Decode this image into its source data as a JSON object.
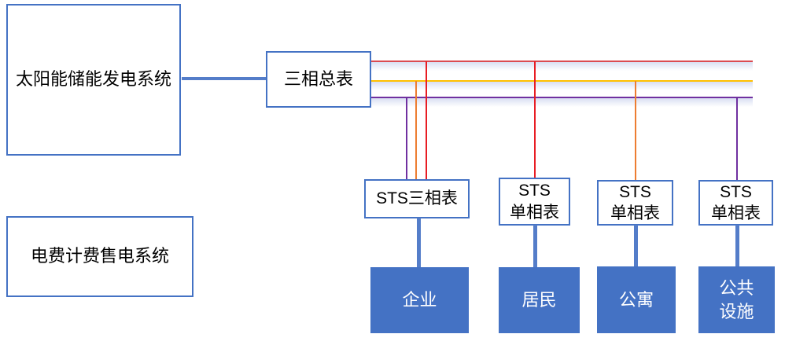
{
  "diagram": {
    "title": "Solar storage metering and billing system diagram",
    "solar_box": {
      "label": "太阳能储能发电系统"
    },
    "billing_box": {
      "label": "电费计费售电系统"
    },
    "master_meter": {
      "label": "三相总表"
    },
    "meters": [
      {
        "label": "STS三相表"
      },
      {
        "label": "STS\n单相表"
      },
      {
        "label": "STS\n单相表"
      },
      {
        "label": "STS\n单相表"
      }
    ],
    "loads": [
      {
        "label": "企业"
      },
      {
        "label": "居民"
      },
      {
        "label": "公寓"
      },
      {
        "label": "公共\n设施"
      }
    ],
    "colors": {
      "box_border_blue": "#4472C4",
      "load_fill_blue": "#4472C4",
      "connector_blue": "#547DC9",
      "bus_red": "#DB4A50",
      "tap_red": "#E81C23",
      "bus_yellow": "#FFC000",
      "tap_orange": "#ED7D31",
      "bus_purple": "#7030A0",
      "text_black": "#000000",
      "text_white": "#FFFFFF"
    }
  }
}
